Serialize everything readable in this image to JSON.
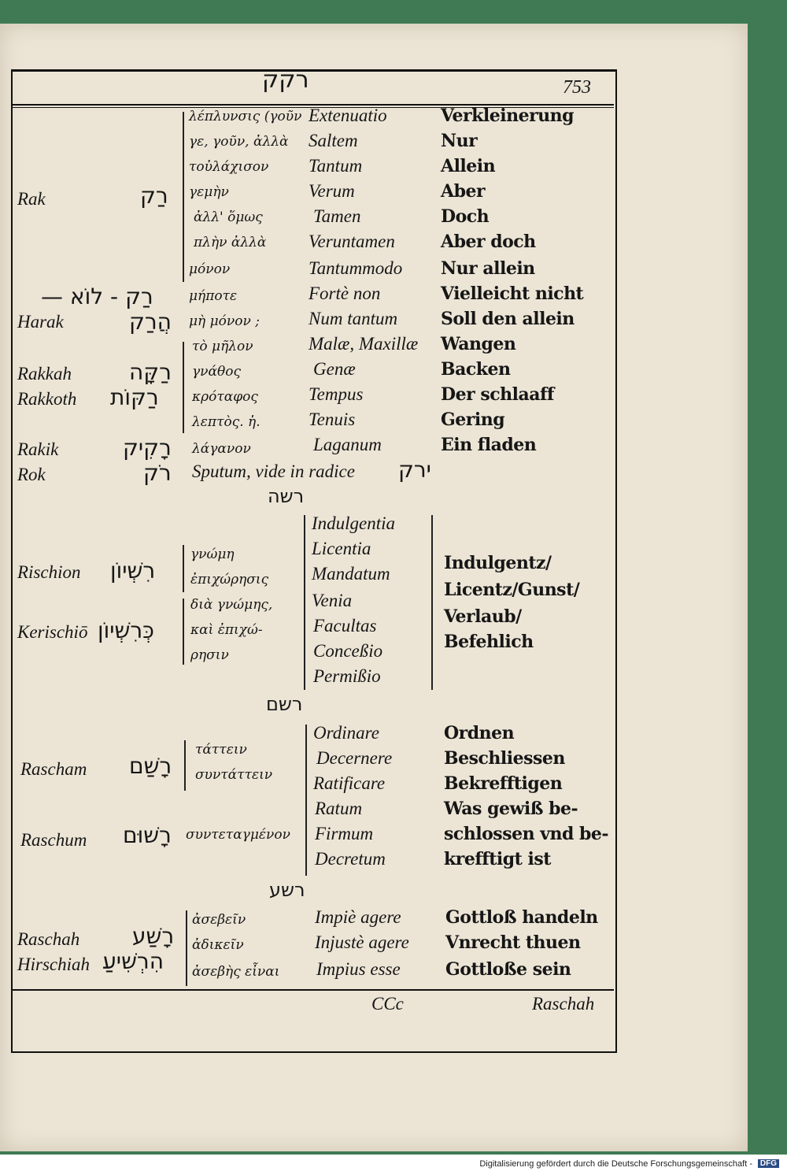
{
  "header": {
    "hebrew_root": "רקק",
    "page_number": "753"
  },
  "sections": [
    {
      "title": "רשה"
    },
    {
      "title": "רשם"
    },
    {
      "title": "רשע"
    }
  ],
  "entries": {
    "rak": {
      "translit": "Rak",
      "hebrew": "רַק",
      "greek": [
        "λέπλυνσις (γοῦν",
        "γε, γοῦν, ἀλλὰ",
        "τοὐλάχισον",
        "γεμὴν",
        "ἀλλ' ὅμως",
        "πλὴν ἀλλὰ",
        "μόνον"
      ],
      "latin": [
        "Extenuatio",
        "Saltem",
        "Tantum",
        "Verum",
        "Tamen",
        "Veruntamen",
        "Tantummodo"
      ],
      "german": [
        "Verkleinerung",
        "Nur",
        "Allein",
        "Aber",
        "Doch",
        "Aber doch",
        "Nur allein"
      ]
    },
    "rak_lo": {
      "hebrew": "רַק - לוֹא —",
      "greek": "μήποτε",
      "latin": "Fortè non",
      "german": "Vielleicht nicht"
    },
    "harak": {
      "translit": "Harak",
      "hebrew": "הֲרַק",
      "greek": "μὴ μόνον ;",
      "latin": "Num tantum",
      "german": "Soll den allein"
    },
    "rakkah": {
      "translit": "Rakkah",
      "translit2": "Rakkoth",
      "hebrew": "רַקָּה",
      "hebrew2": "רַקּוֹת",
      "greek": [
        "τὸ μῆλον",
        "γνάθος",
        "κρόταφος",
        "λεπτὸς. ἡ."
      ],
      "latin": [
        "Malæ, Maxillæ",
        "Genæ",
        "Tempus",
        "Tenuis"
      ],
      "german": [
        "Wangen",
        "Backen",
        "Der schlaaff",
        "Gering"
      ]
    },
    "rakik": {
      "translit": "Rakik",
      "hebrew": "רָקִיק",
      "greek": "λάγανον",
      "latin": "Laganum",
      "german": "Ein fladen"
    },
    "rok": {
      "translit": "Rok",
      "hebrew": "רֹק",
      "text": "Sputum, vide in radice",
      "ref": "ירק"
    },
    "rischion": {
      "translit": "Rischion",
      "translit2": "Kerischiō",
      "hebrew": "רִשְׁיוֹן",
      "hebrew2": "כְּרִשְׁיוֹן",
      "greek": [
        "γνώμη",
        "ἐπιχώρησις",
        "διὰ γνώμης,",
        "καὶ ἐπιχώ-",
        "ρησιν"
      ],
      "latin": [
        "Indulgentia",
        "Licentia",
        "Mandatum",
        "Venia",
        "Facultas",
        "Conceßio",
        "Permißio"
      ],
      "german": [
        "Indulgentz/",
        "Licentz/Gunst/",
        "Verlaub/",
        "Befehlich"
      ]
    },
    "rascham": {
      "translit": "Rascham",
      "hebrew": "רָשַׁם",
      "greek": [
        "τάττειν",
        "συντάττειν"
      ],
      "latin": [
        "Ordinare",
        "Decernere",
        "Ratificare"
      ],
      "german": [
        "Ordnen",
        "Beschliessen",
        "Bekrefftigen"
      ]
    },
    "raschum": {
      "translit": "Raschum",
      "hebrew": "רָשׁוּם",
      "greek": "συντεταγμένον",
      "latin": [
        "Ratum",
        "Firmum",
        "Decretum"
      ],
      "german": [
        "Was gewiß be-",
        "schlossen vnd be-",
        "krefftigt ist"
      ]
    },
    "raschah": {
      "translit": "Raschah",
      "translit2": "Hirschiah",
      "hebrew": "רָשַׁע",
      "hebrew2": "הִרְשִׁיעַ",
      "greek": [
        "ἀσεβεῖν",
        "ἀδικεῖν",
        "ἀσεβὴς εἶναι"
      ],
      "latin": [
        "Impiè agere",
        "Injustè agere",
        "Impius esse"
      ],
      "german": [
        "Gottloß handeln",
        "Vnrecht thuen",
        "Gottloße sein"
      ]
    }
  },
  "footer": {
    "signature": "CCc",
    "catchword": "Raschah"
  },
  "banner": {
    "text": "Digitalisierung gefördert durch die Deutsche Forschungsgemeinschaft -",
    "logo": "DFG"
  }
}
